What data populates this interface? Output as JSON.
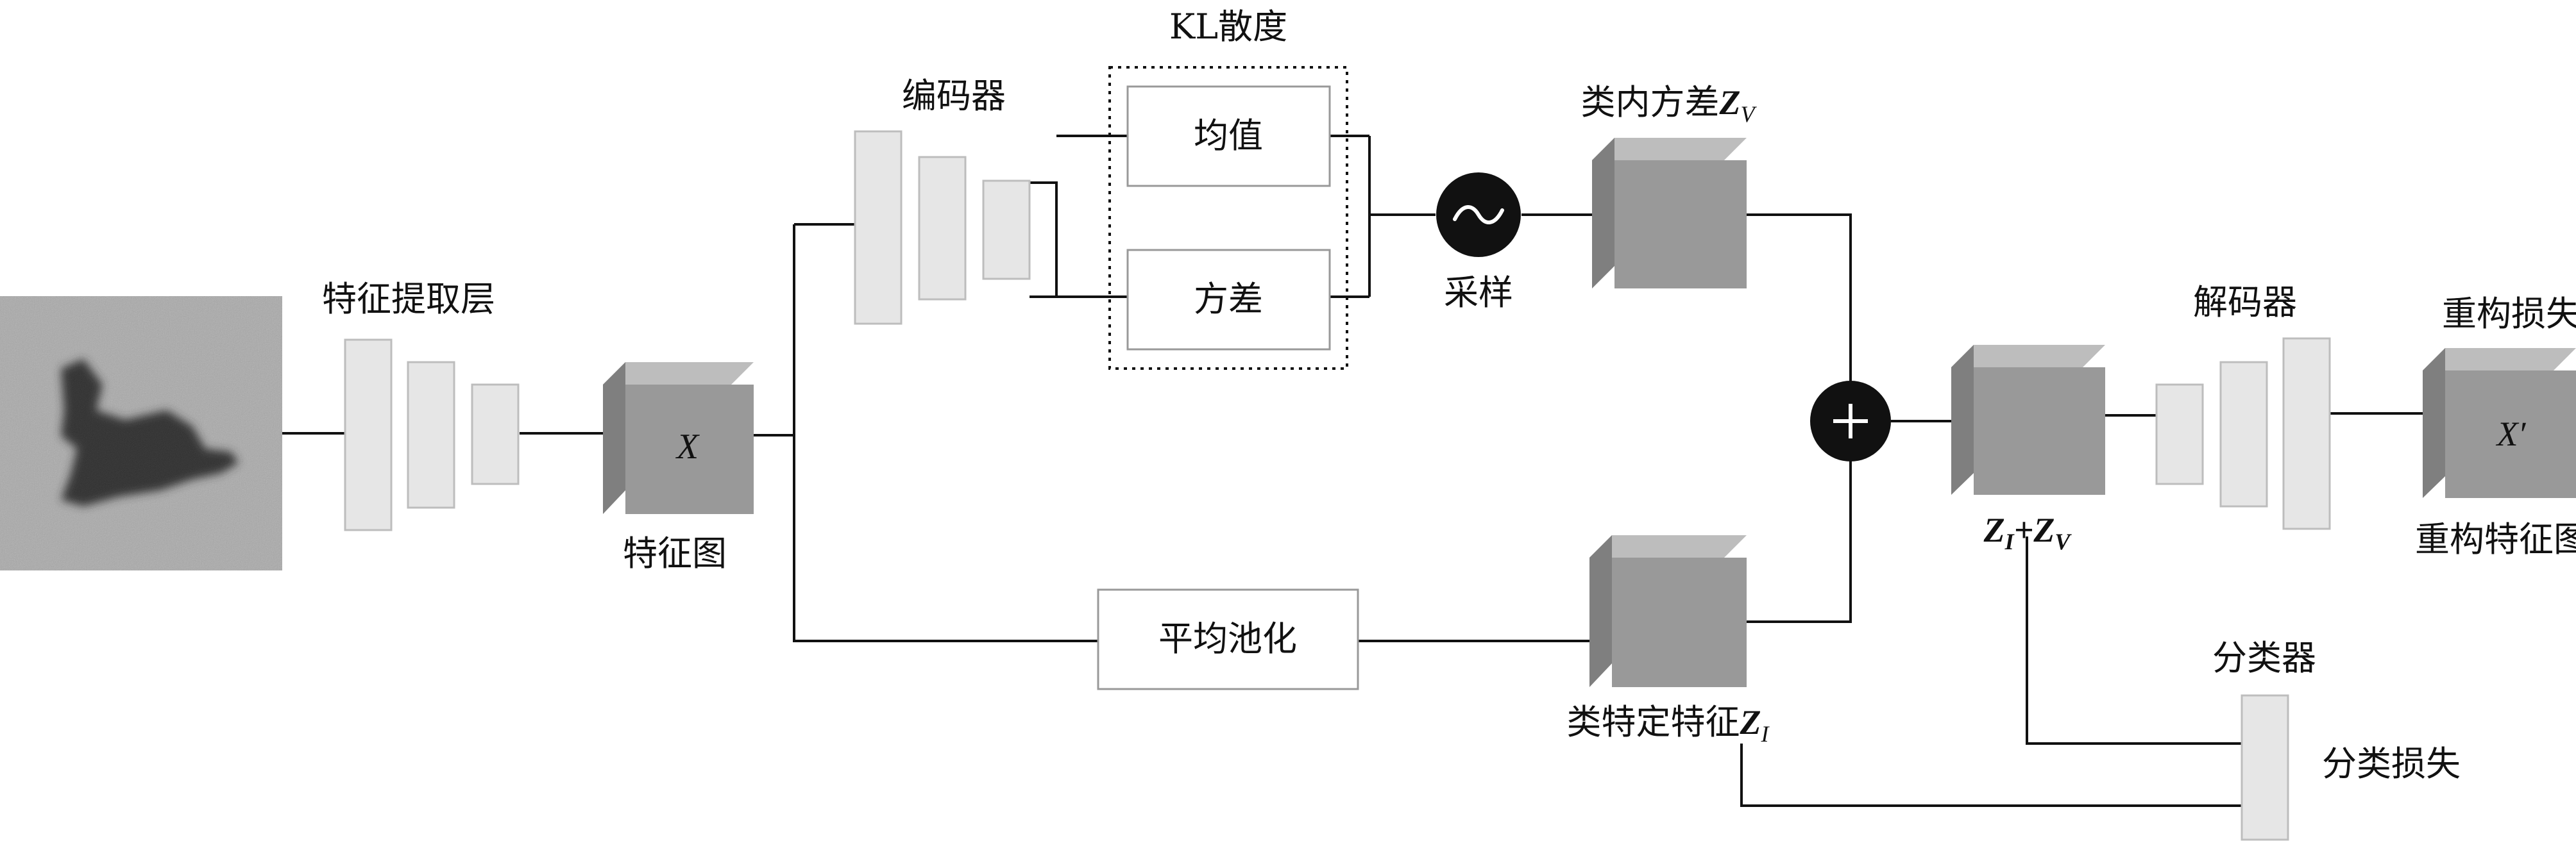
{
  "labels": {
    "feature_extraction": "特征提取层",
    "feature_map": "特征图",
    "feature_map_symbol": "X",
    "encoder": "编码器",
    "kl_divergence": "KL散度",
    "mean": "均值",
    "variance": "方差",
    "sampling": "采样",
    "sampling_symbol": "~",
    "intra_class_variance": "类内方差",
    "avg_pooling": "平均池化",
    "class_specific_feature": "类特定特征",
    "plus_symbol": "+",
    "sum_label_mid": "+",
    "decoder": "解码器",
    "reconstruction_loss": "重构损失",
    "reconstructed_symbol": "X′",
    "reconstructed_feature_map": "重构特征图",
    "classifier": "分类器",
    "classification_loss": "分类损失",
    "z": "Z",
    "sub_v": "V",
    "sub_i": "I"
  },
  "colors": {
    "line": "#111111",
    "thin_block_fill": "#e6e6e6",
    "thin_block_stroke": "#bdbdbd",
    "cube_front": "#999999",
    "cube_top": "#bdbdbd",
    "cube_side": "#7f7f7f",
    "circle_fill": "#111111",
    "circle_text": "#ffffff"
  },
  "icons": {
    "input_image": "sar-target-image",
    "sampling": "tilde-circle-icon",
    "sum": "plus-circle-icon"
  }
}
